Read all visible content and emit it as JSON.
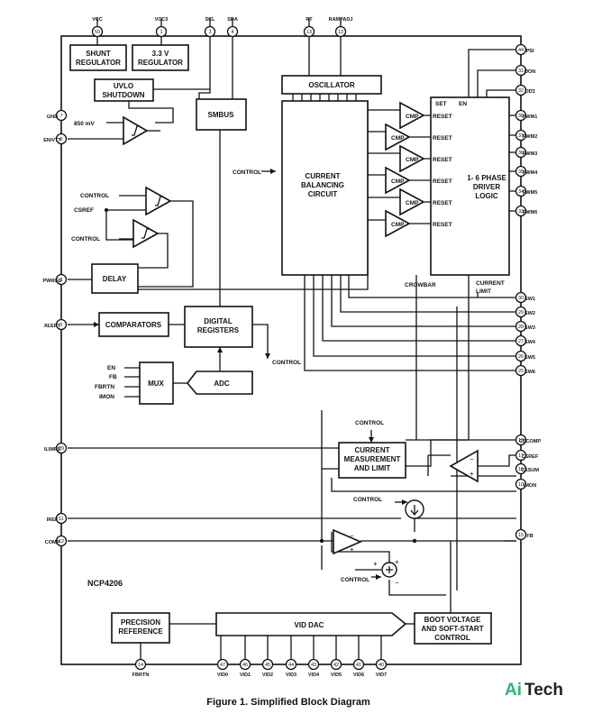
{
  "top_pins": [
    {
      "label": "VCC",
      "num": "59"
    },
    {
      "label": "VCC3",
      "num": "1"
    },
    {
      "label": "SCL",
      "num": "3"
    },
    {
      "label": "SDA",
      "num": "4"
    },
    {
      "label": "RT",
      "num": "13"
    },
    {
      "label": "RAMPADJ",
      "num": "13"
    }
  ],
  "left_pins": [
    {
      "label": "GND",
      "num": "7",
      "overline": false
    },
    {
      "label": "EN/VTT",
      "num": "6",
      "overline": false
    },
    {
      "label": "PWRGD",
      "num": "2",
      "overline": false
    },
    {
      "label": "ALERT",
      "num": "2",
      "overline": true
    },
    {
      "label": "ILIMFS",
      "num": "29",
      "overline": false
    },
    {
      "label": "IREF",
      "num": "11",
      "overline": false
    },
    {
      "label": "COMP",
      "num": "12",
      "overline": false
    }
  ],
  "right_pins": [
    {
      "label": "PSI",
      "num": "44",
      "overline": true
    },
    {
      "label": "OON",
      "num": "31",
      "overline": true
    },
    {
      "label": "OD1",
      "num": "32",
      "overline": true
    },
    {
      "label": "PWM1",
      "num": "38",
      "overline": false
    },
    {
      "label": "PWM2",
      "num": "37",
      "overline": false
    },
    {
      "label": "PWM3",
      "num": "36",
      "overline": false
    },
    {
      "label": "PWM4",
      "num": "35",
      "overline": false
    },
    {
      "label": "PWM5",
      "num": "34",
      "overline": false
    },
    {
      "label": "PWM6",
      "num": "33",
      "overline": false
    },
    {
      "label": "SW1",
      "num": "30",
      "overline": false
    },
    {
      "label": "SW2",
      "num": "29",
      "overline": false
    },
    {
      "label": "SW3",
      "num": "28",
      "overline": false
    },
    {
      "label": "SW4",
      "num": "27",
      "overline": false
    },
    {
      "label": "SW5",
      "num": "26",
      "overline": false
    },
    {
      "label": "SW6",
      "num": "25",
      "overline": false
    },
    {
      "label": "CSCOMP",
      "num": "18",
      "overline": false
    },
    {
      "label": "CSREF",
      "num": "17",
      "overline": false
    },
    {
      "label": "CSSUM",
      "num": "16",
      "overline": false
    },
    {
      "label": "IMON",
      "num": "10",
      "overline": false
    },
    {
      "label": "FB",
      "num": "15",
      "overline": false
    }
  ],
  "bottom_pins": [
    {
      "label": "FBRTN",
      "num": "14"
    },
    {
      "label": "VID0",
      "num": "47"
    },
    {
      "label": "VID1",
      "num": "46"
    },
    {
      "label": "VID2",
      "num": "45"
    },
    {
      "label": "VID3",
      "num": "44"
    },
    {
      "label": "VID4",
      "num": "43"
    },
    {
      "label": "VID5",
      "num": "42"
    },
    {
      "label": "VID6",
      "num": "41"
    },
    {
      "label": "VID7",
      "num": "40"
    }
  ],
  "blocks": {
    "shunt_regulator": [
      "SHUNT",
      "REGULATOR"
    ],
    "regulator_3v3": [
      "3.3 V",
      "REGULATOR"
    ],
    "uvlo_shutdown": [
      "UVLO",
      "SHUTDOWN"
    ],
    "smbus": "SMBUS",
    "oscillator": "OSCILLATOR",
    "current_balancing": [
      "CURRENT",
      "BALANCING",
      "CIRCUIT"
    ],
    "driver_logic": [
      "1- 6 PHASE",
      "DRIVER",
      "LOGIC"
    ],
    "delay": "DELAY",
    "comparators": "COMPARATORS",
    "digital_registers": [
      "DIGITAL",
      "REGISTERS"
    ],
    "mux": "MUX",
    "adc": "ADC",
    "current_measurement": [
      "CURRENT",
      "MEASUREMENT",
      "AND LIMIT"
    ],
    "precision_reference": [
      "PRECISION",
      "REFERENCE"
    ],
    "vid_dac": "VID DAC",
    "boot_voltage": [
      "BOOT VOLTAGE",
      "AND SOFT-START",
      "CONTROL"
    ]
  },
  "labels": {
    "mv850": "850 mV",
    "control": "CONTROL",
    "csref": "CSREF",
    "set": "SET",
    "en": "EN",
    "reset": "RESET",
    "cmp": "CMP",
    "crowbar": "CROWBAR",
    "current_limit": [
      "CURRENT",
      "LIMIT"
    ],
    "mux_inputs": [
      "EN",
      "FB",
      "FBRTN",
      "IMON"
    ],
    "chip_name": "NCP4206"
  },
  "caption": "Figure 1. Simplified Block Diagram",
  "watermark": {
    "part1": "Ai",
    "part2": "Tech"
  }
}
